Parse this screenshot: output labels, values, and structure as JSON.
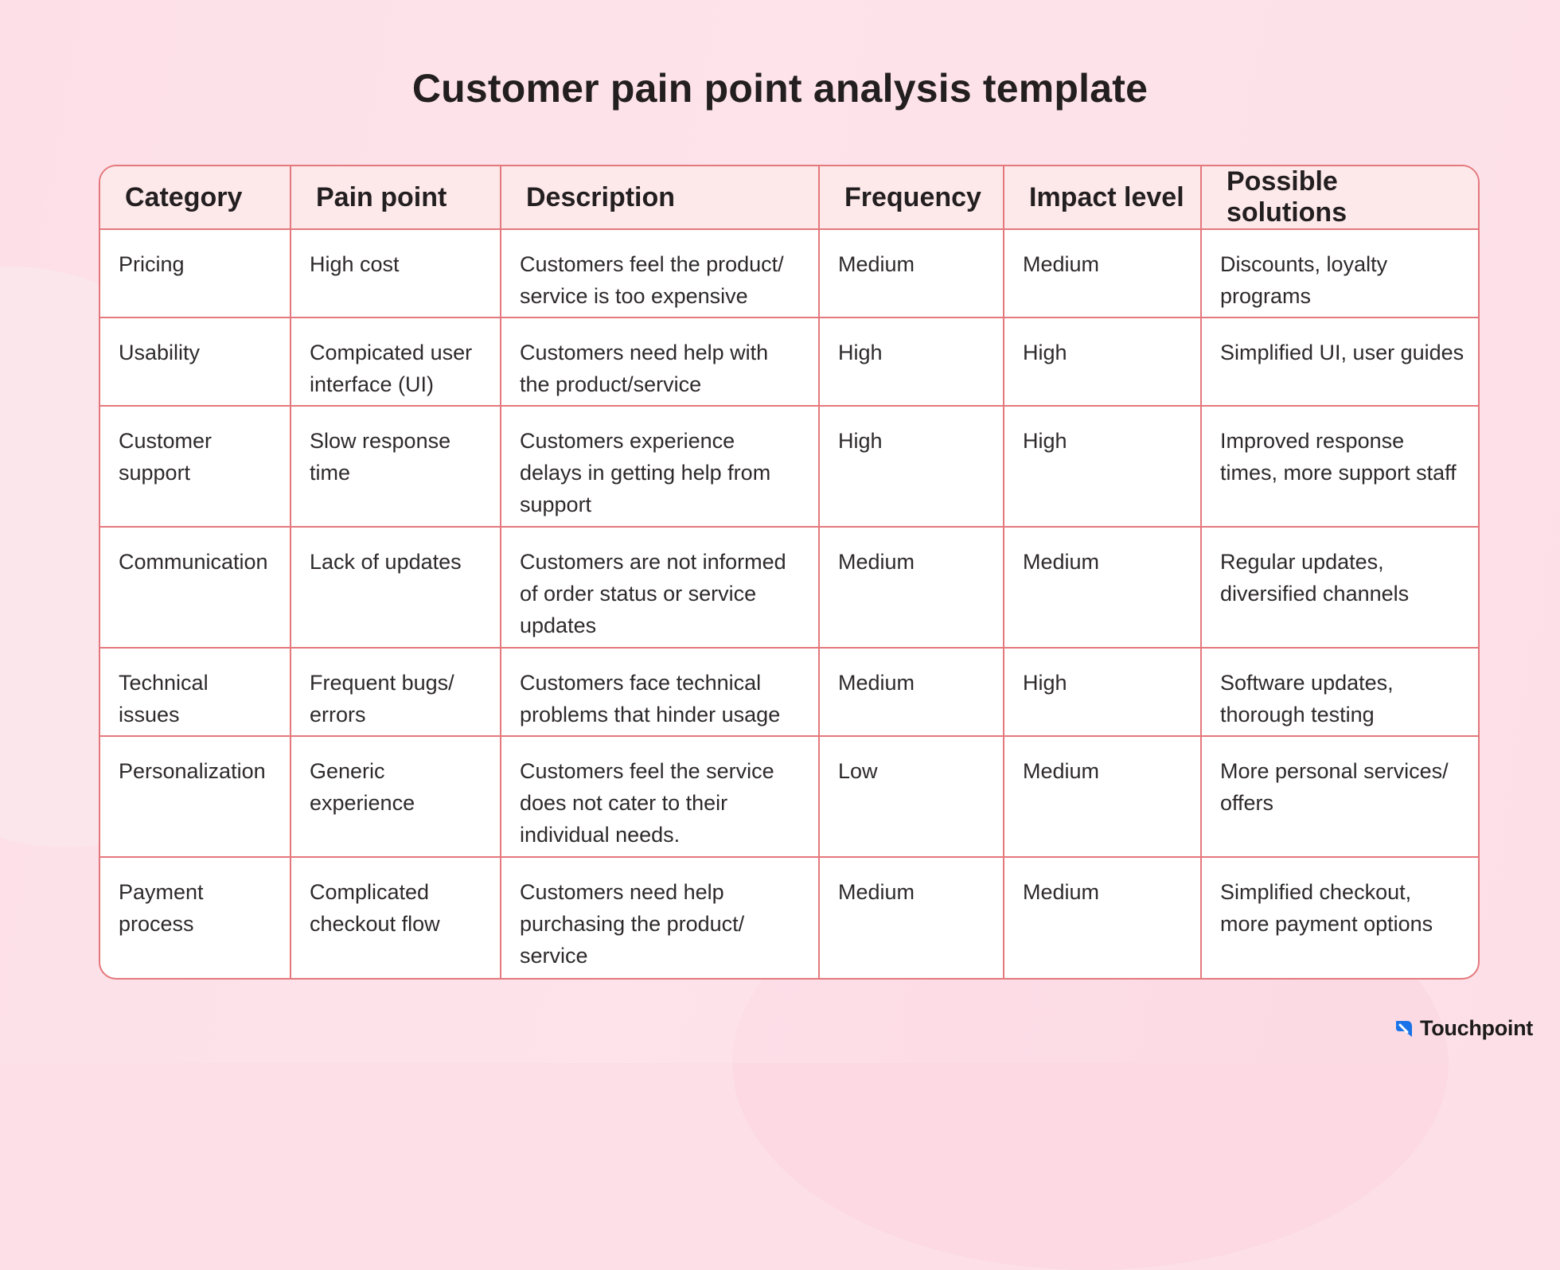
{
  "title": "Customer pain point analysis template",
  "table": {
    "headers": [
      "Category",
      "Pain point",
      "Description",
      "Frequency",
      "Impact level",
      "Possible solutions"
    ],
    "rows": [
      [
        "Pricing",
        "High cost",
        "Customers feel the product/ service is too expensive",
        "Medium",
        "Medium",
        "Discounts, loyalty programs"
      ],
      [
        "Usability",
        "Compicated user interface (UI)",
        "Customers need help with the product/service",
        "High",
        "High",
        "Simplified UI, user guides"
      ],
      [
        "Customer support",
        "Slow response time",
        "Customers experience delays in getting help from support",
        "High",
        "High",
        "Improved response times, more support staff"
      ],
      [
        "Communication",
        "Lack of updates",
        "Customers are not informed of order status or service updates",
        "Medium",
        "Medium",
        "Regular updates, diversified channels"
      ],
      [
        "Technical issues",
        "Frequent bugs/ errors",
        "Customers face technical problems that hinder usage",
        "Medium",
        "High",
        "Software updates, thorough testing"
      ],
      [
        "Personalization",
        "Generic experience",
        "Customers feel the service does not cater to their individual needs.",
        "Low",
        "Medium",
        "More personal services/ offers"
      ],
      [
        "Payment process",
        "Complicated checkout flow",
        "Customers need help purchasing the product/ service",
        "Medium",
        "Medium",
        "Simplified checkout, more payment options"
      ]
    ]
  },
  "brand": {
    "name": "Touchpoint",
    "icon": "touchpoint-logo-icon",
    "color": "#1a73e8"
  },
  "colors": {
    "background": "#fde0e7",
    "border": "#e4787c",
    "header_fill": "#fde8ea"
  }
}
